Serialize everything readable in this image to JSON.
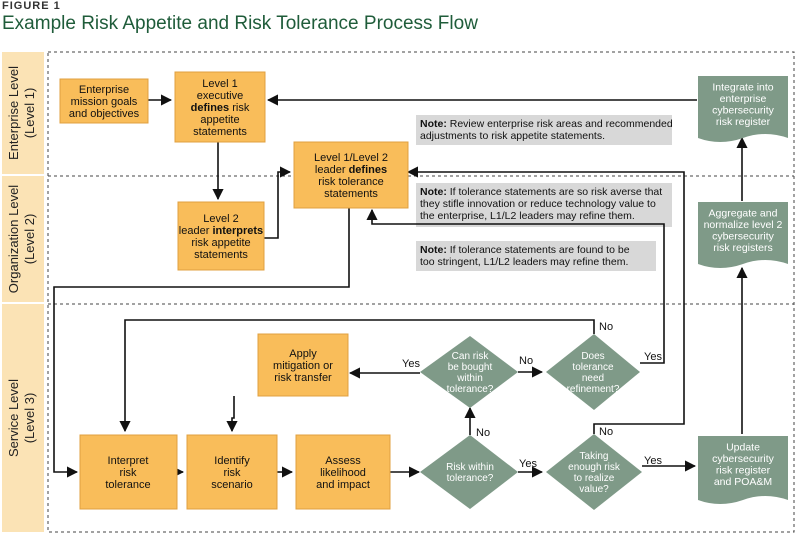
{
  "figure": {
    "label": "FIGURE 1",
    "title": "Example Risk Appetite and Risk Tolerance Process Flow"
  },
  "colors": {
    "orange": "#f9bd5a",
    "orange_border": "#e0a040",
    "sidebar": "#fbe3b5",
    "green": "#7f9a88",
    "green_text": "#ffffff",
    "note_bg": "#d8d8d8",
    "title": "#1f5c3a"
  },
  "levels": [
    {
      "line1": "Enterprise Level",
      "line2": "(Level 1)"
    },
    {
      "line1": "Organization  Level",
      "line2": "(Level 2)"
    },
    {
      "line1": "Service Level",
      "line2": "(Level 3)"
    }
  ],
  "nodes": {
    "mission": [
      "Enterprise",
      "mission goals",
      "and objectives"
    ],
    "l1_define": [
      [
        "Level 1",
        false
      ],
      [
        "executive",
        false
      ],
      [
        "defines risk",
        "defines"
      ],
      [
        "appetite",
        false
      ],
      [
        "statements",
        false
      ]
    ],
    "l2_interpret": [
      [
        "Level 2",
        false
      ],
      [
        "leader interprets",
        "interprets"
      ],
      [
        "risk appetite",
        false
      ],
      [
        "statements",
        false
      ]
    ],
    "l12_define": [
      [
        "Level 1/Level 2",
        false
      ],
      [
        "leader defines",
        "defines"
      ],
      [
        "risk tolerance",
        false
      ],
      [
        "statements",
        false
      ]
    ],
    "apply": [
      "Apply",
      "mitigation or",
      "risk transfer"
    ],
    "interpret_tol": [
      "Interpret",
      "risk",
      "tolerance"
    ],
    "identify": [
      "Identify",
      "risk",
      "scenario"
    ],
    "assess": [
      "Assess",
      "likelihood",
      "and impact"
    ],
    "integrate": [
      "Integrate into",
      "enterprise",
      "cybersecurity",
      "risk register"
    ],
    "aggregate": [
      "Aggregate and",
      "normalize level 2",
      "cybersecurity",
      "risk registers"
    ],
    "update": [
      "Update",
      "cybersecurity",
      "risk register",
      "and POA&M"
    ]
  },
  "decisions": {
    "bought": [
      "Can risk",
      "be bought",
      "within",
      "tolerance?"
    ],
    "refine": [
      "Does",
      "tolerance",
      "need",
      "refinement?"
    ],
    "within": [
      "Risk within",
      "tolerance?"
    ],
    "enough": [
      "Taking",
      "enough risk",
      "to realize",
      "value?"
    ]
  },
  "notes": {
    "note1": {
      "bold": "Note:",
      "lines": [
        " Review enterprise risk areas and recommended",
        "adjustments to risk appetite statements."
      ]
    },
    "note2": {
      "bold": "Note:",
      "lines": [
        " If tolerance statements are so risk averse that",
        "they stifle innovation or reduce technology value to",
        "the enterprise, L1/L2 leaders may refine them."
      ]
    },
    "note3": {
      "bold": "Note:",
      "lines": [
        " If tolerance statements are found to be",
        "too stringent, L1/L2 leaders may refine them."
      ]
    }
  },
  "labels": {
    "yes": "Yes",
    "no": "No"
  }
}
